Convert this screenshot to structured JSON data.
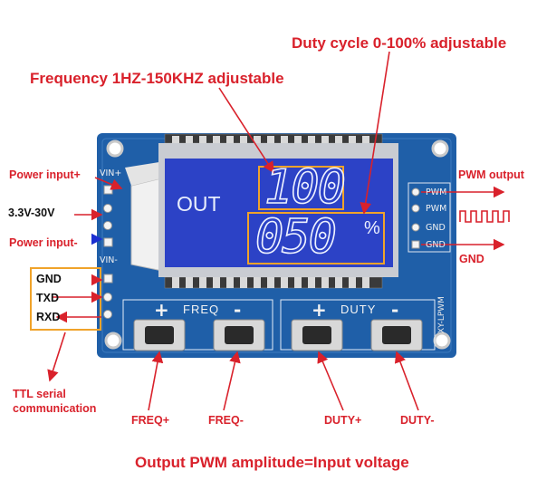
{
  "title_duty": "Duty cycle 0-100%  adjustable",
  "title_freq": "Frequency 1HZ-150KHZ adjustable",
  "left": {
    "power_plus": "Power input+",
    "voltage": "3.3V-30V",
    "power_minus": "Power input-",
    "gnd": "GND",
    "txd": "TXD",
    "rxd": "RXD",
    "ttl": "TTL serial",
    "ttl2": "communication"
  },
  "right": {
    "pwm_output": "PWM output",
    "gnd": "GND"
  },
  "bottom": {
    "freq_plus": "FREQ+",
    "freq_minus": "FREQ-",
    "duty_plus": "DUTY+",
    "duty_minus": "DUTY-",
    "footer": "Output PWM amplitude=Input voltage"
  },
  "pcb": {
    "vin_plus": "VIN+",
    "vin_minus": "VIN-",
    "pwm1": "PWM",
    "pwm2": "PWM",
    "gnd1": "GND",
    "gnd2": "GND",
    "freq": "FREQ",
    "duty": "DUTY",
    "model": "XY-LPWM",
    "plus": "+",
    "minus": "-"
  },
  "lcd": {
    "out": "OUT",
    "freq_value": "100",
    "duty_value": "050",
    "percent": "%"
  },
  "colors": {
    "pcb": "#1f5fa8",
    "lcd": "#2c42c6",
    "annotation_red": "#d9212b",
    "highlight_orange": "#f0a32a"
  }
}
